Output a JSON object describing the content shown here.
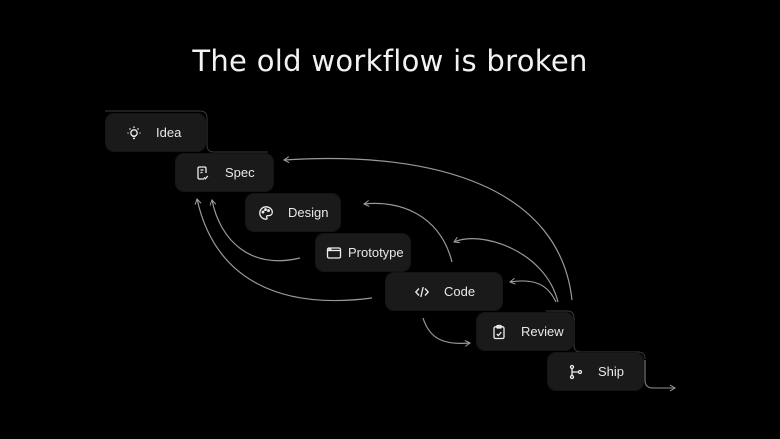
{
  "title": "The old workflow is broken",
  "colors": {
    "background": "#000000",
    "card": "#1a1a1a",
    "text": "#e8e8e8",
    "line": "#9a9a9a"
  },
  "steps": [
    {
      "label": "Idea",
      "icon": "lightbulb-icon"
    },
    {
      "label": "Spec",
      "icon": "document-check-icon"
    },
    {
      "label": "Design",
      "icon": "palette-icon"
    },
    {
      "label": "Prototype",
      "icon": "browser-window-icon"
    },
    {
      "label": "Code",
      "icon": "code-icon"
    },
    {
      "label": "Review",
      "icon": "clipboard-check-icon"
    },
    {
      "label": "Ship",
      "icon": "git-branch-icon"
    }
  ],
  "feedback_arrows": [
    {
      "from": "Review",
      "to": "Spec"
    },
    {
      "from": "Review",
      "to": "Design"
    },
    {
      "from": "Review",
      "to": "Prototype"
    },
    {
      "from": "Review",
      "to": "Code"
    },
    {
      "from": "Prototype",
      "to": "Spec"
    },
    {
      "from": "Code",
      "to": "Spec"
    },
    {
      "from": "Code",
      "to": "Review"
    },
    {
      "from": "Ship",
      "to": "out"
    }
  ]
}
